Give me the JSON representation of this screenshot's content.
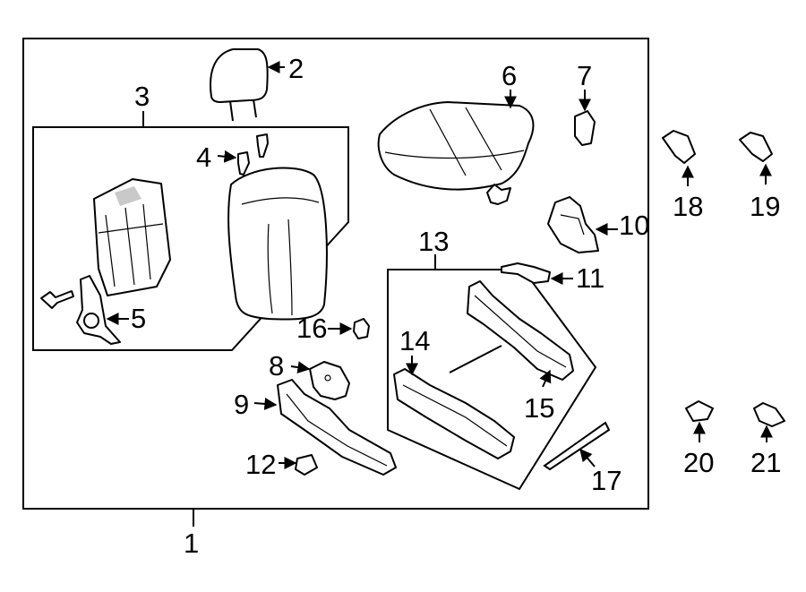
{
  "diagram": {
    "callouts": [
      "1",
      "2",
      "3",
      "4",
      "5",
      "6",
      "7",
      "8",
      "9",
      "10",
      "11",
      "12",
      "13",
      "14",
      "15",
      "16",
      "17",
      "18",
      "19",
      "20",
      "21"
    ]
  },
  "colors": {
    "line": "#000000",
    "background": "#ffffff",
    "shading": "#c9c9c9"
  }
}
